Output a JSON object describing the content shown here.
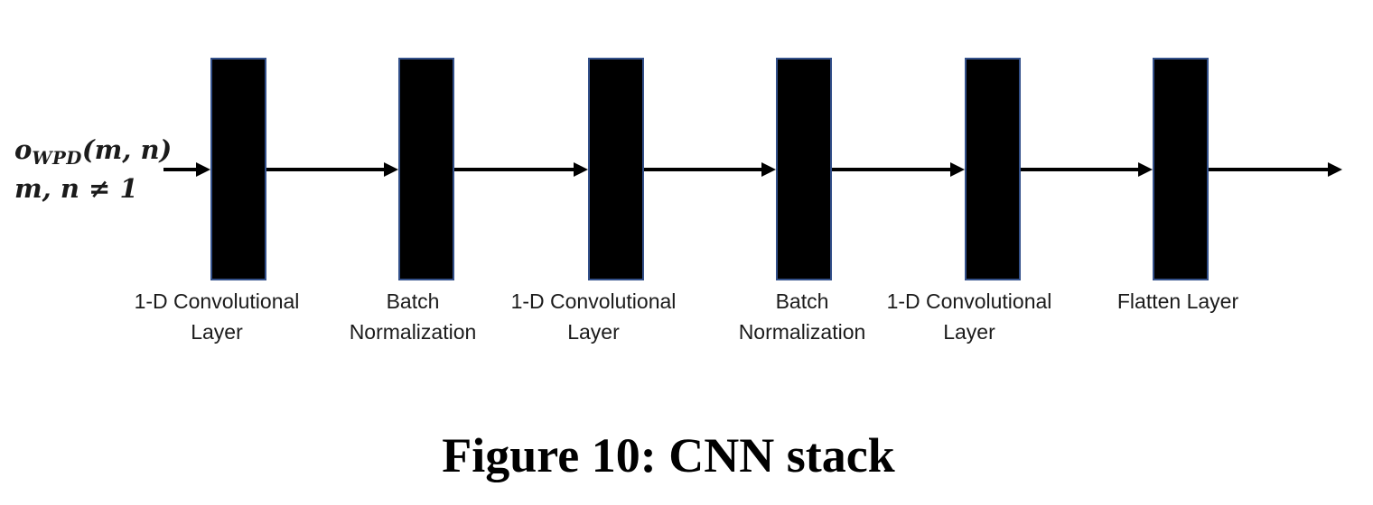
{
  "figure": {
    "input": {
      "symbol": "o",
      "subscript": "WPD",
      "args": "(m, n)",
      "condition": "m, n ≠ 1"
    },
    "layers": [
      {
        "line1": "1-D Convolutional",
        "line2": "Layer"
      },
      {
        "line1": "Batch",
        "line2": "Normalization"
      },
      {
        "line1": "1-D Convolutional",
        "line2": "Layer"
      },
      {
        "line1": "Batch",
        "line2": "Normalization"
      },
      {
        "line1": "1-D Convolutional",
        "line2": "Layer"
      },
      {
        "line1": "Flatten Layer",
        "line2": ""
      }
    ],
    "caption": "Figure 10: CNN stack",
    "colors": {
      "block_fill": "#000000",
      "block_border": "#33508a",
      "arrow": "#000000",
      "background": "#ffffff",
      "label_text": "#1b1b1b"
    }
  }
}
